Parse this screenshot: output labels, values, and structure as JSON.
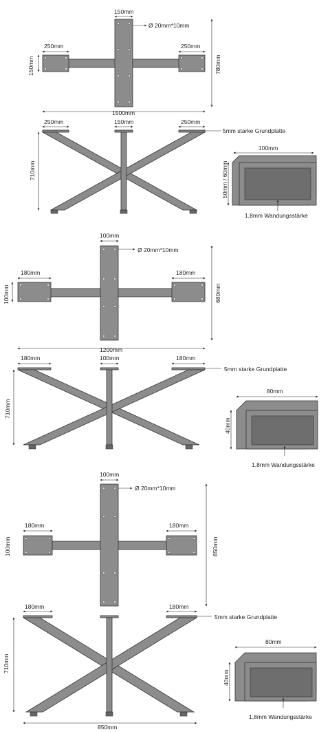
{
  "colors": {
    "steel": "#8c8c8c",
    "outline": "#333333",
    "text": "#222222",
    "hole": "#ffffff"
  },
  "sections": [
    {
      "top": {
        "width_top": "150mm",
        "hole": "Ø 20mm*10mm",
        "pad_left": "250mm",
        "pad_right": "250mm",
        "pad_height": "150mm",
        "total_depth": "780mm",
        "total_width": "1500mm"
      },
      "side": {
        "left": "250mm",
        "center": "150mm",
        "right": "250mm",
        "plate": "5mm starke Grundplatte",
        "height": "710mm"
      },
      "profile": {
        "width": "100mm",
        "height": "50mm / 60mm",
        "wall": "1,8mm Wandungsstärke"
      }
    },
    {
      "top": {
        "width_top": "100mm",
        "hole": "Ø 20mm*10mm",
        "pad_left": "180mm",
        "pad_right": "180mm",
        "pad_height": "100mm",
        "total_depth": "680mm",
        "total_width": "1200mm"
      },
      "side": {
        "left": "180mm",
        "center": "100mm",
        "right": "180mm",
        "plate": "5mm starke Grundplatte",
        "height": "710mm"
      },
      "profile": {
        "width": "80mm",
        "height": "40mm",
        "wall": "1,8mm Wandungsstärke"
      }
    },
    {
      "top": {
        "width_top": "100mm",
        "hole": "Ø 20mm*10mm",
        "pad_left": "180mm",
        "pad_right": "180mm",
        "pad_height": "100mm",
        "total_depth": "850mm",
        "total_width": ""
      },
      "side": {
        "left": "180mm",
        "center": "",
        "right": "180mm",
        "plate": "5mm starke Grundplatte",
        "height": "710mm",
        "bottom_width": "850mm"
      },
      "profile": {
        "width": "80mm",
        "height": "40mm",
        "wall": "1,8mm Wandungsstärke"
      }
    }
  ]
}
